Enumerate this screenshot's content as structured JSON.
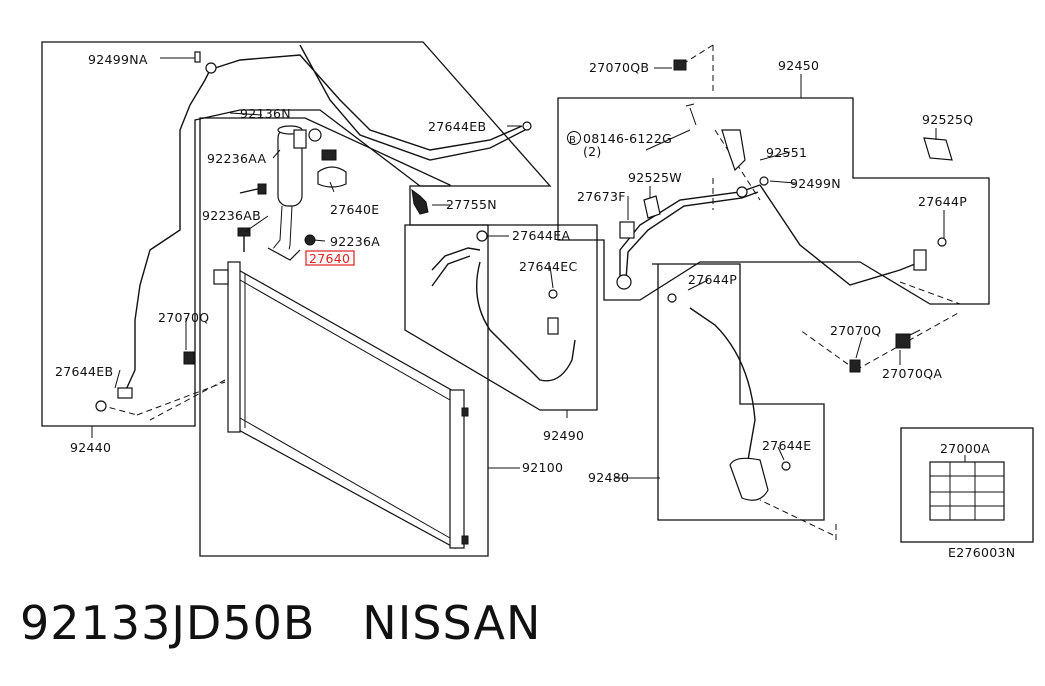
{
  "labels": {
    "p92499NA": "92499NA",
    "p92136N": "92136N",
    "p27644EB_top": "27644EB",
    "p92236AA": "92236AA",
    "p27640E": "27640E",
    "p27755N": "27755N",
    "p92236AB": "92236AB",
    "p92236A": "92236A",
    "p27640": "27640",
    "p27070Q_left": "27070Q",
    "p27644EB_left": "27644EB",
    "p92440": "92440",
    "p27644EA": "27644EA",
    "p27644EC": "27644EC",
    "p92490": "92490",
    "p92100": "92100",
    "p27070QB": "27070QB",
    "p92450": "92450",
    "p08146_line1": "08146-6122G",
    "p08146_line2": "(2)",
    "bolt_marker": "B",
    "p92551": "92551",
    "p92525Q": "92525Q",
    "p92525W": "92525W",
    "p92499N": "92499N",
    "p27673F": "27673F",
    "p27644P_right": "27644P",
    "p27644P_mid": "27644P",
    "p27070Q_right": "27070Q",
    "p27070QA": "27070QA",
    "p27644E": "27644E",
    "p92480": "92480",
    "p27000A": "27000A",
    "diagram_code": "E276003N"
  },
  "highlight_color": "#e02020",
  "footer": {
    "part_number": "92133JD50B",
    "brand": "NISSAN"
  }
}
